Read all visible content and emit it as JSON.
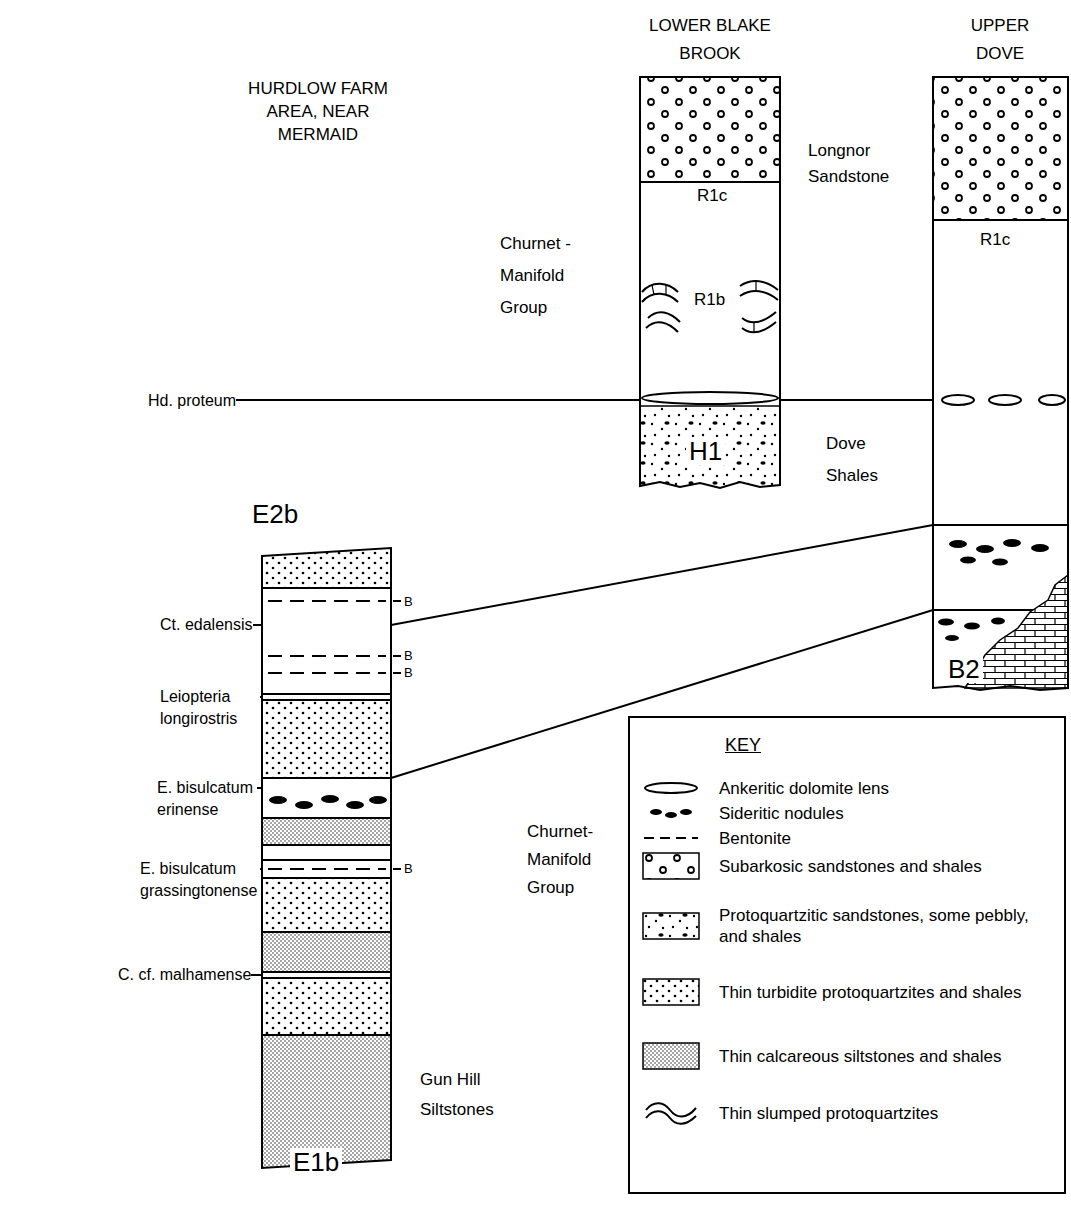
{
  "diagram": {
    "nodes": [
      {
        "text": [
          "LOWER BLAKE BROOK",
          "R1c",
          "R1b",
          "H1"
        ]
      },
      {
        "text": [
          "UPPER DOVE",
          "R1c",
          "B2"
        ]
      },
      {
        "text": [
          "E2b",
          "E1b"
        ]
      },
      {
        "text": [
          "KEY"
        ]
      }
    ],
    "edges": [
      {
        "from": 2,
        "to": 1,
        "arrow": "none"
      },
      {
        "from": 2,
        "to": 1,
        "arrow": "none"
      }
    ],
    "labels": [
      "HURDLOW FARM AREA, NEAR MERMAID",
      "Longnor Sandstone",
      "Churnet - Manifold Group",
      "Hd. proteum",
      "Dove Shales",
      "Ct. edalensis",
      "B",
      "B",
      "B",
      "Leiopteria longirostris",
      "E. bisulcatum erinense",
      "Churnet- Manifold Group",
      "E. bisulcatum grassingtonense",
      "B",
      "C. cf. malhamense",
      "Gun Hill Siltstones"
    ],
    "legend": [
      {
        "text": "Ankeritic dolomite lens"
      },
      {
        "text": "Sideritic nodules"
      },
      {
        "text": "Bentonite"
      },
      {
        "text": "Subarkosic sandstones and shales"
      },
      {
        "text": "Protoquartzitic sandstones, some pebbly, and shales"
      },
      {
        "text": "Thin turbidite protoquartzites and shales"
      },
      {
        "text": "Thin calcareous siltstones and shales"
      },
      {
        "text": "Thin slumped protoquartzites"
      }
    ]
  }
}
